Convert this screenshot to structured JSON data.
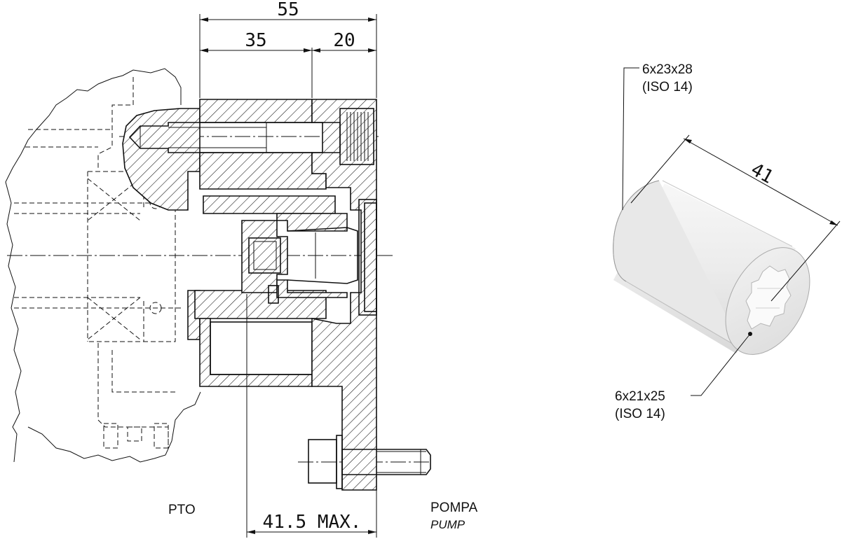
{
  "dimensions": {
    "overall": "55",
    "left_segment": "35",
    "right_segment": "20",
    "bottom_max": "41.5 MAX.",
    "shaft_length": "41"
  },
  "labels": {
    "pto": "PTO",
    "pump_it": "POMPA",
    "pump_en": "PUMP"
  },
  "splines": {
    "top_line1": "6x23x28",
    "top_line2": "(ISO 14)",
    "bottom_line1": "6x21x25",
    "bottom_line2": "(ISO 14)"
  }
}
